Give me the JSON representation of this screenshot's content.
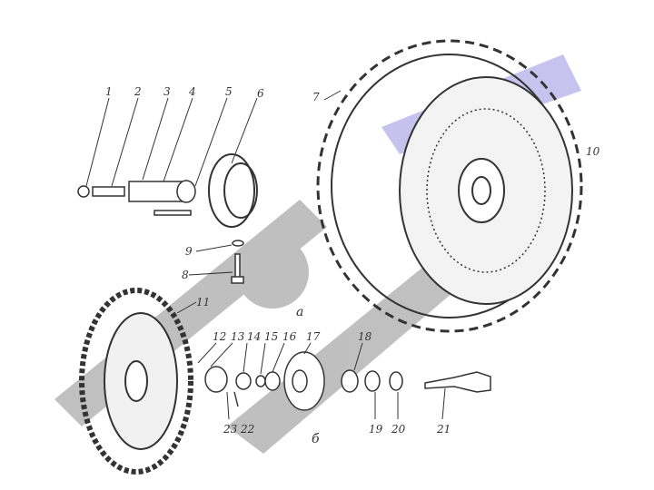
{
  "diagram": {
    "part_labels": [
      "1",
      "2",
      "3",
      "4",
      "5",
      "6",
      "7",
      "8",
      "9",
      "10",
      "11",
      "12",
      "13",
      "14",
      "15",
      "16",
      "17",
      "18",
      "19",
      "20",
      "21",
      "22",
      "23"
    ],
    "view_labels": {
      "a": "а",
      "b": "б"
    }
  },
  "colors": {
    "ink": "#333333",
    "watermark": "#8c8c8c",
    "watermark_accent": "#9b8fe0"
  }
}
